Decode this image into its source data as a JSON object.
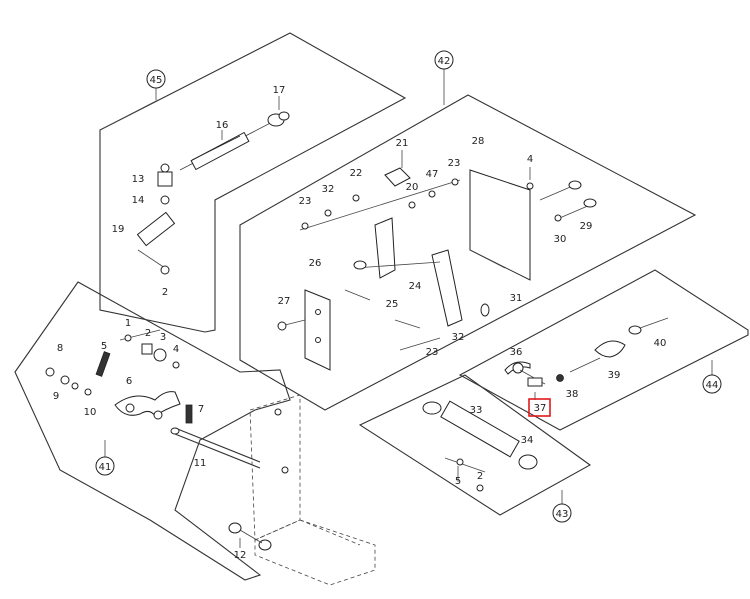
{
  "diagram": {
    "groups": [
      {
        "id": "g45",
        "label": "45"
      },
      {
        "id": "g42",
        "label": "42"
      },
      {
        "id": "g44",
        "label": "44"
      },
      {
        "id": "g41",
        "label": "41"
      },
      {
        "id": "g43",
        "label": "43"
      }
    ],
    "callouts": [
      {
        "id": "c17",
        "label": "17"
      },
      {
        "id": "c16",
        "label": "16"
      },
      {
        "id": "c13",
        "label": "13"
      },
      {
        "id": "c14",
        "label": "14"
      },
      {
        "id": "c19",
        "label": "19"
      },
      {
        "id": "c2a",
        "label": "2"
      },
      {
        "id": "c21",
        "label": "21"
      },
      {
        "id": "c28",
        "label": "28"
      },
      {
        "id": "c4a",
        "label": "4"
      },
      {
        "id": "c22",
        "label": "22"
      },
      {
        "id": "c20",
        "label": "20"
      },
      {
        "id": "c47",
        "label": "47"
      },
      {
        "id": "c23a",
        "label": "23"
      },
      {
        "id": "c32a",
        "label": "32"
      },
      {
        "id": "c23b",
        "label": "23"
      },
      {
        "id": "c30",
        "label": "30"
      },
      {
        "id": "c29",
        "label": "29"
      },
      {
        "id": "c26",
        "label": "26"
      },
      {
        "id": "c24",
        "label": "24"
      },
      {
        "id": "c25",
        "label": "25"
      },
      {
        "id": "c31",
        "label": "31"
      },
      {
        "id": "c27",
        "label": "27"
      },
      {
        "id": "c32b",
        "label": "32"
      },
      {
        "id": "c23c",
        "label": "23"
      },
      {
        "id": "c1",
        "label": "1"
      },
      {
        "id": "c2b",
        "label": "2"
      },
      {
        "id": "c3",
        "label": "3"
      },
      {
        "id": "c4b",
        "label": "4"
      },
      {
        "id": "c8",
        "label": "8"
      },
      {
        "id": "c5a",
        "label": "5"
      },
      {
        "id": "c9",
        "label": "9"
      },
      {
        "id": "c10",
        "label": "10"
      },
      {
        "id": "c6",
        "label": "6"
      },
      {
        "id": "c7",
        "label": "7"
      },
      {
        "id": "c11",
        "label": "11"
      },
      {
        "id": "c12",
        "label": "12"
      },
      {
        "id": "c36",
        "label": "36"
      },
      {
        "id": "c40",
        "label": "40"
      },
      {
        "id": "c39",
        "label": "39"
      },
      {
        "id": "c38",
        "label": "38"
      },
      {
        "id": "c37",
        "label": "37"
      },
      {
        "id": "c33",
        "label": "33"
      },
      {
        "id": "c34",
        "label": "34"
      },
      {
        "id": "c5b",
        "label": "5"
      },
      {
        "id": "c2c",
        "label": "2"
      }
    ],
    "highlight": {
      "label": "37",
      "color": "#e0191e"
    }
  }
}
